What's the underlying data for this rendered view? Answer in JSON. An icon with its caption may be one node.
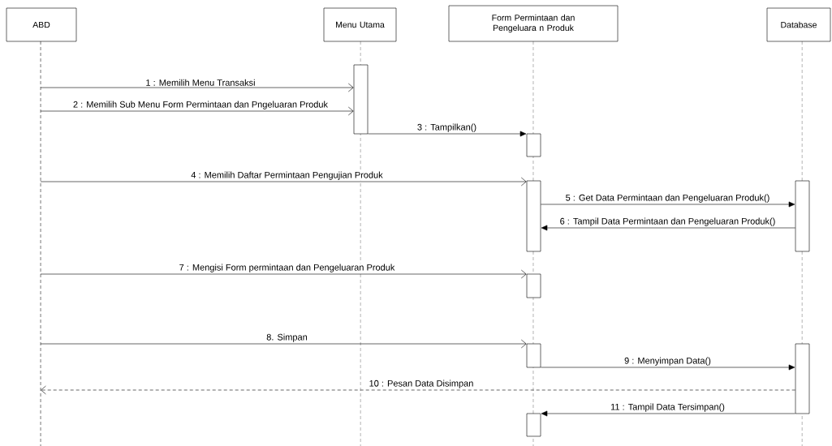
{
  "diagram": {
    "nodes": [
      {
        "text": [
          "ABD"
        ]
      },
      {
        "text": [
          "Menu Utama"
        ]
      },
      {
        "text": [
          "Form Permintaan dan Pengeluara n Produk"
        ]
      },
      {
        "text": [
          "Database"
        ]
      },
      {
        "text": [],
        "shape": "bar"
      },
      {
        "text": [],
        "shape": "bar"
      },
      {
        "text": [],
        "shape": "bar"
      },
      {
        "text": [],
        "shape": "bar"
      },
      {
        "text": [],
        "shape": "bar"
      },
      {
        "text": [],
        "shape": "bar"
      },
      {
        "text": [],
        "shape": "bar"
      },
      {
        "text": [],
        "shape": "bar"
      }
    ],
    "edges": [
      {
        "from": null,
        "to": 4,
        "arrow": "to",
        "label": "1 : Memilih Menu Transaksi"
      },
      {
        "from": null,
        "to": 4,
        "arrow": "to",
        "label": "2 : Memilih Sub Menu Form Permintaan dan Pngeluaran Produk"
      },
      {
        "from": 4,
        "to": 5,
        "arrow": "to",
        "label": "3 : Tampilkan()"
      },
      {
        "from": null,
        "to": 6,
        "arrow": "to",
        "label": "4 : Memilih Daftar Permintaan Pengujian Produk"
      },
      {
        "from": 6,
        "to": 10,
        "arrow": "to",
        "label": "5 : Get  Data Permintaan dan Pengeluaran Produk()"
      },
      {
        "from": 10,
        "to": 6,
        "arrow": "to",
        "label": "6 : Tampil Data Permintaan dan Pengeluaran Produk()"
      },
      {
        "from": null,
        "to": 7,
        "arrow": "to",
        "label": "7 : Mengisi Form permintaan dan Pengeluaran Produk"
      },
      {
        "from": null,
        "to": 8,
        "arrow": "to",
        "label": "8. Simpan"
      },
      {
        "from": 8,
        "to": 11,
        "arrow": "to",
        "label": "9 : Menyimpan Data()"
      },
      {
        "from": 11,
        "to": null,
        "arrow": "to",
        "label": "10 : Pesan Data Disimpan",
        "style": "dashed"
      },
      {
        "from": 11,
        "to": 9,
        "arrow": "to",
        "label": "11 : Tampil Data Tersimpan()"
      }
    ]
  }
}
